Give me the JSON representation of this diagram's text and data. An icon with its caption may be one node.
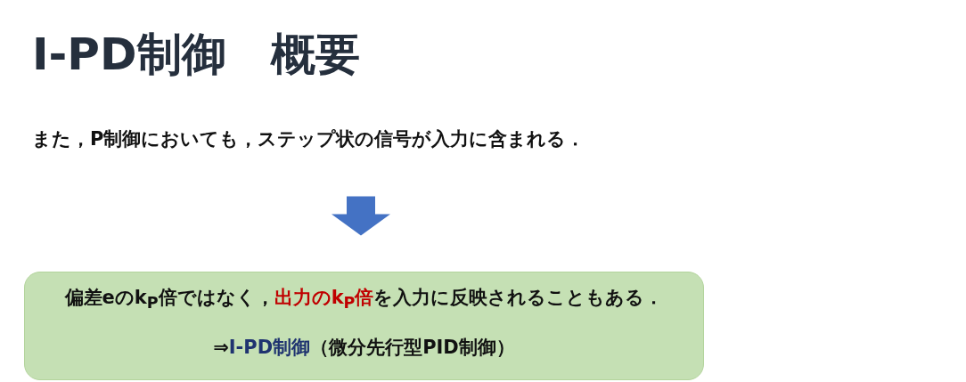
{
  "diagram": {
    "title": "I-PD制御　概要",
    "nodes": [
      {
        "text": [
          "また，P制御においても，ステップ状の信号が入力に含まれる．"
        ]
      },
      {
        "text": [
          "偏差eのk$_{P}$倍ではなく，**出力のk$_{P}$倍**を入力に反映されることもある．",
          "⇒**I-PD制御**（微分先行型PID制御）"
        ]
      }
    ],
    "edges": [
      {
        "from": 0,
        "to": 1,
        "arrow": "to",
        "color": "#4472c4"
      }
    ]
  }
}
